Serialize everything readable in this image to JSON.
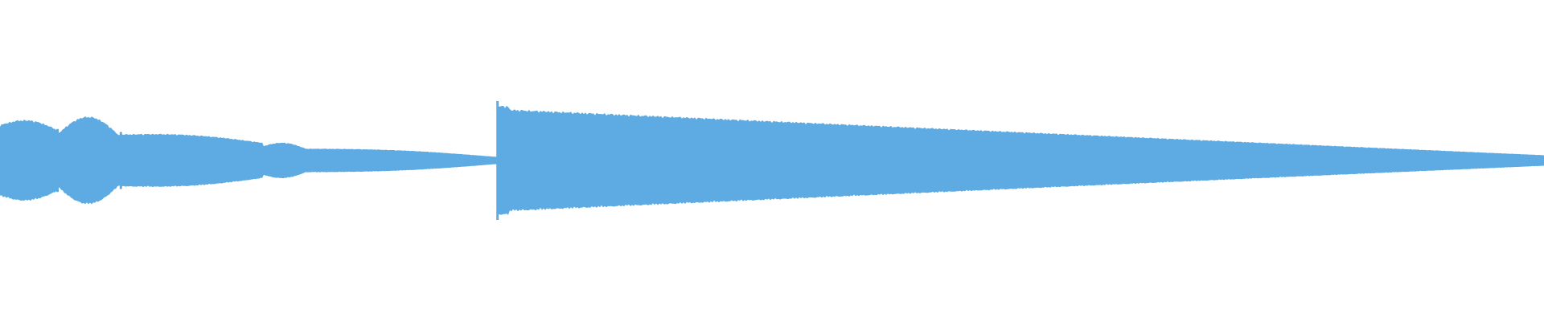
{
  "waveform": {
    "color": "#5dabe2",
    "background": "#ffffff",
    "segments": [
      {
        "from": 0.0,
        "to": 0.037,
        "amp_start": 0.3,
        "amp_end": 0.26,
        "swell": 0.06
      },
      {
        "from": 0.037,
        "to": 0.078,
        "amp_start": 0.22,
        "amp_end": 0.2,
        "swell": 0.16
      },
      {
        "from": 0.078,
        "to": 0.17,
        "amp_start": 0.22,
        "amp_end": 0.15,
        "swell": 0.03
      },
      {
        "from": 0.17,
        "to": 0.198,
        "amp_start": 0.12,
        "amp_end": 0.1,
        "swell": 0.04
      },
      {
        "from": 0.198,
        "to": 0.322,
        "amp_start": 0.1,
        "amp_end": 0.03,
        "swell": 0.02
      },
      {
        "from": 0.322,
        "to": 0.33,
        "amp_start": 0.46,
        "amp_end": 0.46,
        "swell": 0.0
      },
      {
        "from": 0.33,
        "to": 1.0,
        "amp_start": 0.43,
        "amp_end": 0.045,
        "swell": 0.0
      }
    ],
    "transients": [
      0.037,
      0.078,
      0.322
    ]
  }
}
